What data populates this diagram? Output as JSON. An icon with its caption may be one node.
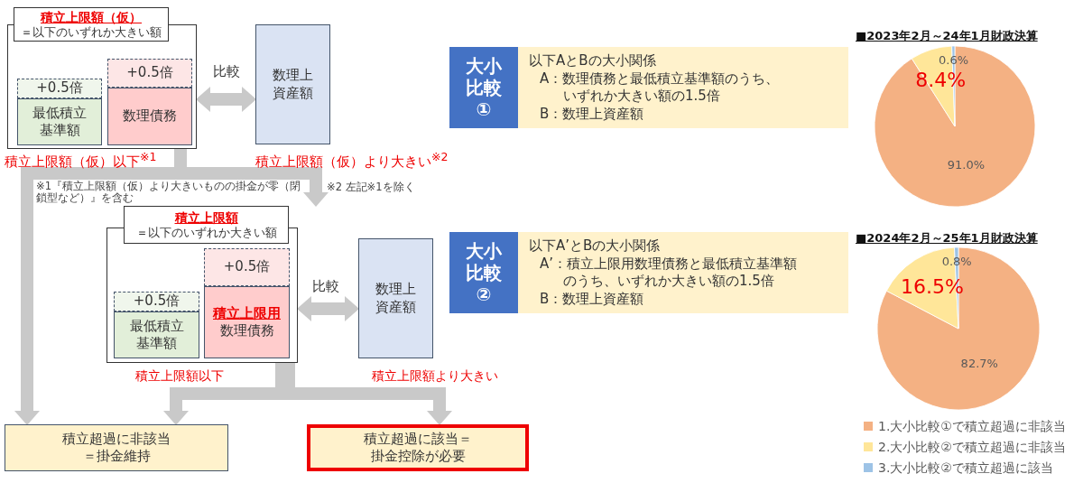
{
  "diagram": {
    "nodes": [
      {
        "text": [
          "積立上限額（仮）",
          "＝以下のいずれか大きい額"
        ]
      },
      {
        "text": [
          "+0.5倍"
        ],
        "in": 0
      },
      {
        "text": [
          "最低積立基準額"
        ],
        "in": 0
      },
      {
        "text": [
          "+0.5倍"
        ],
        "in": 0
      },
      {
        "text": [
          "数理債務"
        ],
        "in": 0
      },
      {
        "text": [
          "数理上資産額"
        ]
      },
      {
        "text": [
          "積立上限額",
          "＝以下のいずれか大きい額"
        ]
      },
      {
        "text": [
          "+0.5倍"
        ],
        "in": 6
      },
      {
        "text": [
          "最低積立基準額"
        ],
        "in": 6
      },
      {
        "text": [
          "+0.5倍"
        ],
        "in": 6
      },
      {
        "text": [
          "積立上限用",
          "数理債務"
        ],
        "in": 6
      },
      {
        "text": [
          "数理上資産額"
        ]
      },
      {
        "text": [
          "積立超過に非該当＝掛金維持"
        ]
      },
      {
        "text": [
          "積立超過に該当＝掛金控除が必要"
        ]
      },
      {
        "text": [
          "大小比較①"
        ]
      },
      {
        "text": [
          "以下AとBの大小関係",
          "A：数理債務と最低積立基準額のうち、いずれか大きい額の1.5倍",
          "B：数理上資産額"
        ]
      },
      {
        "text": [
          "大小比較②"
        ]
      },
      {
        "text": [
          "以下A’とBの大小関係",
          "A’：積立上限用数理債務と最低積立基準額のうち、いずれか大きい額の1.5倍",
          "B：数理上資産額"
        ]
      }
    ],
    "edges": [
      {
        "from": 0,
        "to": 5,
        "arrow": "both",
        "label": "比較"
      },
      {
        "from": 6,
        "to": 11,
        "arrow": "both",
        "label": "比較"
      },
      {
        "from": 0,
        "to": 12,
        "arrow": "to",
        "label": "積立上限額（仮）以下$^{※1}$"
      },
      {
        "from": 0,
        "to": 6,
        "arrow": "to",
        "label": "積立上限額（仮）より大きい$^{※2}$"
      },
      {
        "from": 6,
        "to": 12,
        "arrow": "to",
        "label": "積立上限額以下"
      },
      {
        "from": 6,
        "to": 13,
        "arrow": "to",
        "label": "積立上限額より大きい"
      }
    ],
    "labels": [
      "※1『積立上限額（仮）より大きいものの掛金が零（閉鎖型など）』を含む",
      "※2 左記※1を除く"
    ],
    "legend": [
      {
        "text": "1.大小比較①で積立超過に非該当",
        "color": "#f4b183"
      },
      {
        "text": "2.大小比較②で積立超過に非該当",
        "color": "#ffe699"
      },
      {
        "text": "3.大小比較②で積立超過に該当",
        "color": "#9dc3e6"
      }
    ],
    "chart_data": {
      "type": "pie",
      "series": [
        {
          "name": "■2023年2月～24年1月財政決算",
          "colors": [
            "#f4b183",
            "#ffe699",
            "#9dc3e6"
          ],
          "values": [
            91.0,
            8.4,
            0.6
          ],
          "value_labels": [
            "91.0%",
            "8.4%",
            "0.6%"
          ]
        },
        {
          "name": "■2024年2月～25年1月財政決算",
          "colors": [
            "#f4b183",
            "#ffe699",
            "#9dc3e6"
          ],
          "values": [
            82.7,
            16.5,
            0.8
          ],
          "value_labels": [
            "82.7%",
            "16.5%",
            "0.8%"
          ]
        }
      ]
    }
  }
}
